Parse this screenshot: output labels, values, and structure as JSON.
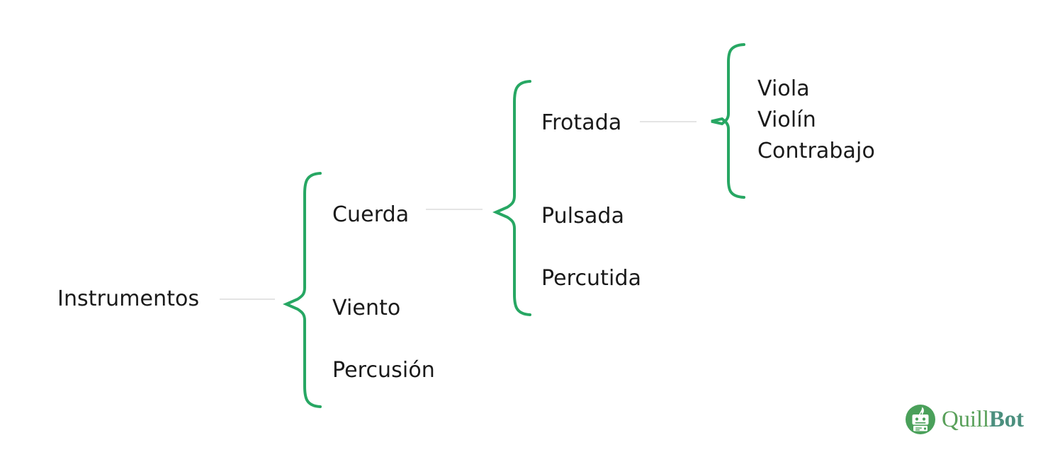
{
  "diagram": {
    "type": "bracket-tree",
    "title": "Instrumentos",
    "root": {
      "label": "Instrumentos"
    },
    "level1": [
      {
        "label": "Cuerda"
      },
      {
        "label": "Viento"
      },
      {
        "label": "Percusión"
      }
    ],
    "level2": [
      {
        "label": "Frotada"
      },
      {
        "label": "Pulsada"
      },
      {
        "label": "Percutida"
      }
    ],
    "level3": [
      {
        "label": "Viola"
      },
      {
        "label": "Violín"
      },
      {
        "label": "Contrabajo"
      }
    ],
    "colors": {
      "brace": "#27a763",
      "connector": "#e4e4e4",
      "text": "#1a1a1a",
      "background": "#ffffff"
    }
  },
  "watermark": {
    "brand_part1": "Quill",
    "brand_part2": "Bot",
    "icon": "quillbot-robot-icon",
    "colors": {
      "quill": "#59a05a",
      "bot": "#4b8f7e",
      "mark": "#4aa05a"
    }
  }
}
